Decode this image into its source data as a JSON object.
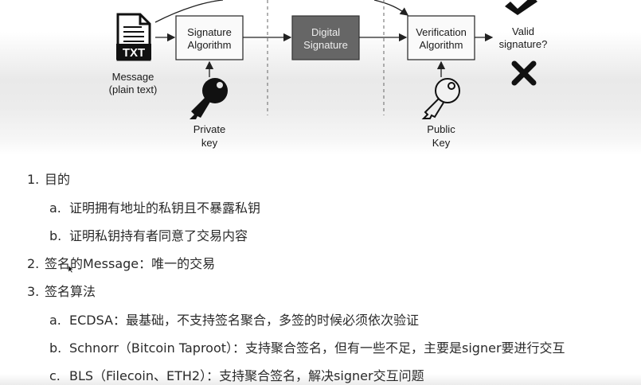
{
  "diagram": {
    "message_label_1": "Message",
    "message_label_2": "(plain text)",
    "txt_icon_label": "TXT",
    "sign_box_line1": "Signature",
    "sign_box_line2": "Algorithm",
    "digital_sig_line1": "Digital",
    "digital_sig_line2": "Signature",
    "verify_box_line1": "Verification",
    "verify_box_line2": "Algorithm",
    "valid_line1": "Valid",
    "valid_line2": "signature?",
    "private_key_line1": "Private",
    "private_key_line2": "key",
    "public_key_line1": "Public",
    "public_key_line2": "Key"
  },
  "notes": {
    "item1": {
      "num": "1.",
      "text": "目的"
    },
    "item1a": {
      "num": "a.",
      "text": "证明拥有地址的私钥且不暴露私钥"
    },
    "item1b": {
      "num": "b.",
      "text": "证明私钥持有者同意了交易内容"
    },
    "item2": {
      "num": "2.",
      "text": "签名的Message：唯一的交易"
    },
    "item3": {
      "num": "3.",
      "text": "签名算法"
    },
    "item3a": {
      "num": "a.",
      "text": "ECDSA：最基础，不支持签名聚合，多签的时候必须依次验证"
    },
    "item3b": {
      "num": "b.",
      "text": "Schnorr（Bitcoin Taproot）：支持聚合签名，但有一些不足，主要是signer要进行交互"
    },
    "item3c": {
      "num": "c.",
      "text": "BLS（Filecoin、ETH2）：支持聚合签名，解决signer交互问题"
    }
  }
}
